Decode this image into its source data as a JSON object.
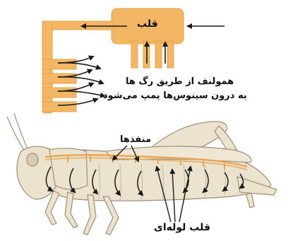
{
  "labels": {
    "heart": "قلب",
    "hemolymph_line1": "همولنف از طریق رگ ها",
    "hemolymph_line2": "به درون سینوس‌ها پمپ می‌شود",
    "ostia": "منفذها",
    "tubular_heart": "قلب لوله‌ای"
  },
  "colors": {
    "heart_fill": "#f3b664",
    "heart_stroke": "#e7a24b",
    "body_fill": "#ece3cf",
    "body_stroke": "#9d8f78",
    "vessel_line": "#e9a75a",
    "arrow": "#1a1a1a"
  }
}
